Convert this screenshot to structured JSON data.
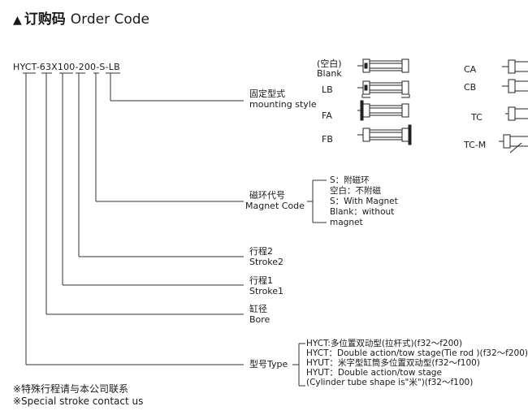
{
  "title": {
    "marker": "▲",
    "cn": "订购码",
    "en": "Order Code"
  },
  "code": "HYCT-63X100-200-S-LB",
  "fields": {
    "mounting": {
      "cn": "固定型式",
      "en": "mounting style"
    },
    "magnet": {
      "cn": "磁环代号",
      "en": "Magnet Code"
    },
    "stroke2": {
      "cn": "行程2",
      "en": "Stroke2"
    },
    "stroke1": {
      "cn": "行程1",
      "en": "Stroke1"
    },
    "bore": {
      "cn": "缸径",
      "en": "Bore"
    },
    "type": {
      "label": "型号Type"
    }
  },
  "magnet_options": [
    "S：附磁环",
    "空白：不附磁",
    "S：With Magnet",
    "Blank：without",
    "magnet"
  ],
  "type_options": [
    "HYCT:多位置双动型(拉杆式)(f32～f200)",
    "HYCT：Double action/tow stage(Tie rod )(f32～f200)",
    "HYUT：米字型缸筒多位置双动型(f32～f100)",
    "HYUT：Double action/tow stage",
    "(Cylinder tube shape is\"米\")(f32～f100)"
  ],
  "mounting_options_left": [
    {
      "label_cn": "(空白)",
      "label": "Blank"
    },
    {
      "label": "LB"
    },
    {
      "label": "FA"
    },
    {
      "label": "FB"
    }
  ],
  "mounting_options_right": [
    {
      "label": "CA"
    },
    {
      "label": "CB"
    },
    {
      "label": "TC"
    },
    {
      "label": "TC-M"
    }
  ],
  "notes": [
    "※特殊行程请与本公司联系",
    "※Special stroke contact us"
  ]
}
